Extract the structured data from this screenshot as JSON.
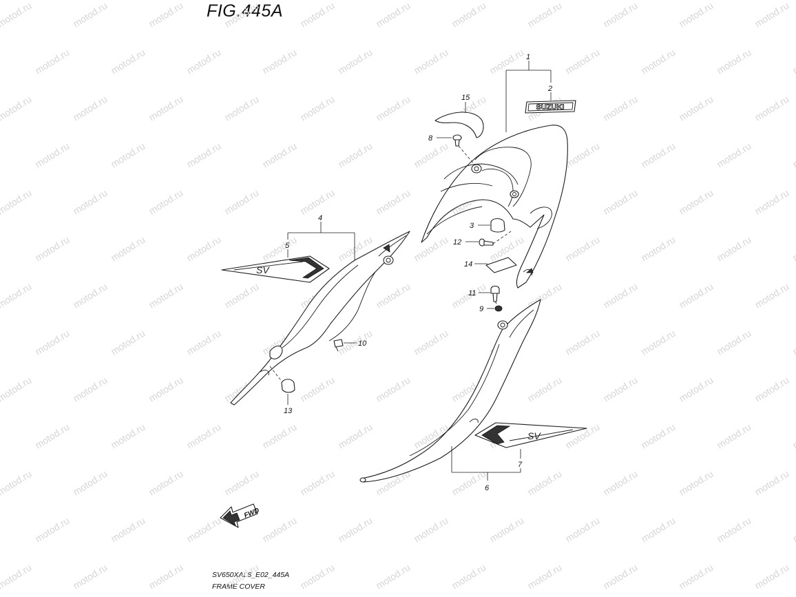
{
  "figure": {
    "title": "FIG.445A",
    "code": "SV650XAL8_E02_445A",
    "caption": "FRAME COVER",
    "watermark": "motod.ru",
    "fwd_label": "FWD",
    "brand_label": "SUZUKI",
    "decal_label": "SV"
  },
  "callouts": [
    {
      "id": "1",
      "label": "1"
    },
    {
      "id": "2",
      "label": "2"
    },
    {
      "id": "3",
      "label": "3"
    },
    {
      "id": "4",
      "label": "4"
    },
    {
      "id": "5",
      "label": "5"
    },
    {
      "id": "6",
      "label": "6"
    },
    {
      "id": "7",
      "label": "7"
    },
    {
      "id": "8",
      "label": "8"
    },
    {
      "id": "9",
      "label": "9"
    },
    {
      "id": "10",
      "label": "10"
    },
    {
      "id": "11",
      "label": "11"
    },
    {
      "id": "12",
      "label": "12"
    },
    {
      "id": "13",
      "label": "13"
    },
    {
      "id": "14",
      "label": "14"
    },
    {
      "id": "15",
      "label": "15"
    }
  ]
}
